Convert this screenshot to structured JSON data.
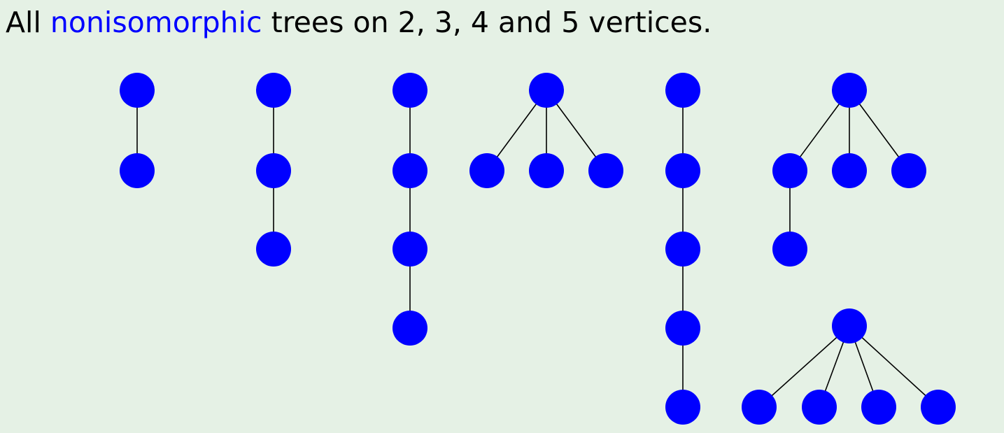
{
  "heading": {
    "prefix": "All ",
    "highlight": "nonisomorphic",
    "suffix": " trees on 2, 3, 4 and 5 vertices."
  },
  "colors": {
    "background": "#e5f1e5",
    "vertex": "#0000ff",
    "edge": "#000000",
    "highlight_text": "#0000ff",
    "text": "#000000"
  },
  "trees": [
    {
      "vertices": 2,
      "shape": "path",
      "edges": [
        [
          0,
          1
        ]
      ]
    },
    {
      "vertices": 3,
      "shape": "path",
      "edges": [
        [
          0,
          1
        ],
        [
          1,
          2
        ]
      ]
    },
    {
      "vertices": 4,
      "shape": "path",
      "edges": [
        [
          0,
          1
        ],
        [
          1,
          2
        ],
        [
          2,
          3
        ]
      ]
    },
    {
      "vertices": 4,
      "shape": "star",
      "edges": [
        [
          0,
          1
        ],
        [
          0,
          2
        ],
        [
          0,
          3
        ]
      ]
    },
    {
      "vertices": 5,
      "shape": "path",
      "edges": [
        [
          0,
          1
        ],
        [
          1,
          2
        ],
        [
          2,
          3
        ],
        [
          3,
          4
        ]
      ]
    },
    {
      "vertices": 5,
      "shape": "spider",
      "edges": [
        [
          0,
          1
        ],
        [
          0,
          2
        ],
        [
          0,
          3
        ],
        [
          1,
          4
        ]
      ]
    },
    {
      "vertices": 5,
      "shape": "star",
      "edges": [
        [
          0,
          1
        ],
        [
          0,
          2
        ],
        [
          0,
          3
        ],
        [
          0,
          4
        ]
      ]
    }
  ]
}
